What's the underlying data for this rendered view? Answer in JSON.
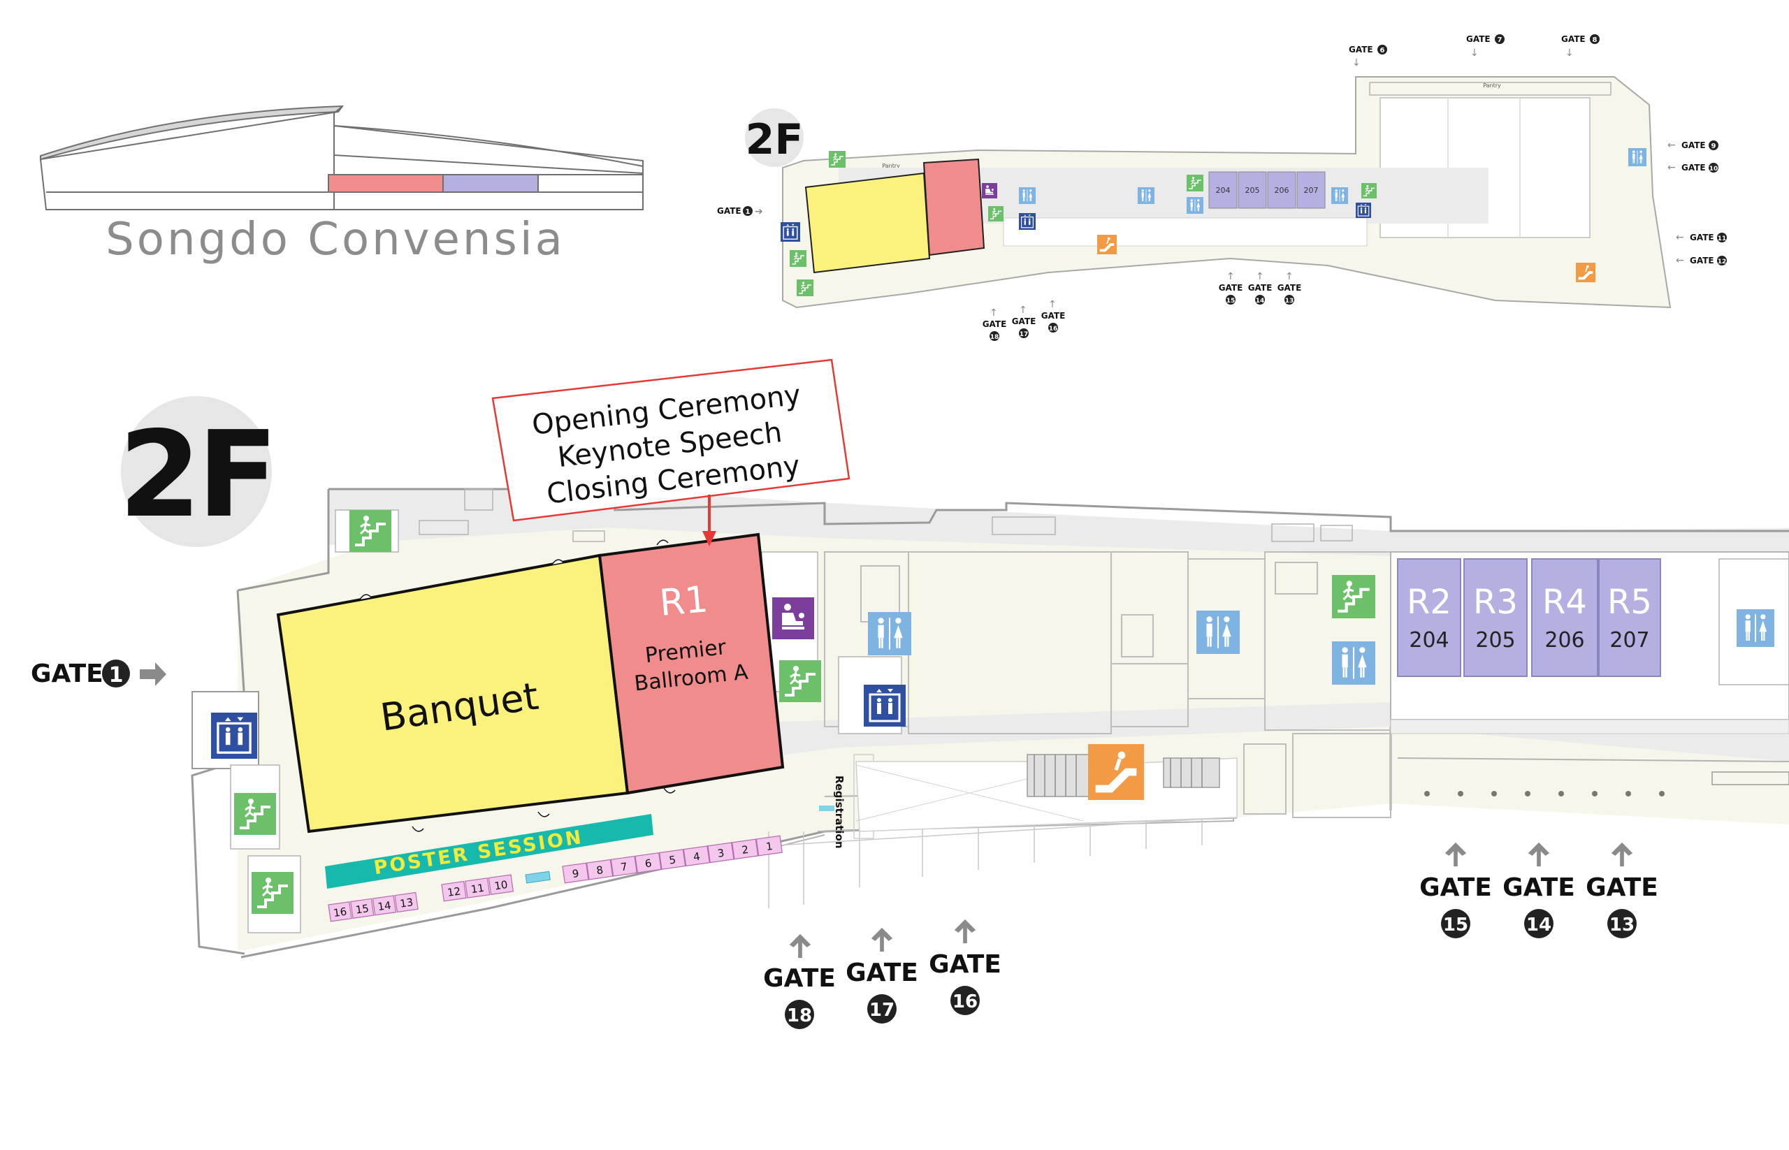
{
  "venue": {
    "name": "Songdo Convensia",
    "colors": {
      "outline": "#6f6f6f",
      "r1_band": "#f08c8c",
      "rooms_band": "#b5b0e2",
      "name_text": "#8c8c8c"
    }
  },
  "overview": {
    "floor_badge": "2F",
    "pantry_label_1": "Pantry",
    "pantry_label_2": "Pantry",
    "room_labels": [
      "204",
      "205",
      "206",
      "207"
    ],
    "gates": [
      {
        "label": "GATE",
        "number": "1"
      },
      {
        "label": "GATE",
        "number": "6"
      },
      {
        "label": "GATE",
        "number": "7"
      },
      {
        "label": "GATE",
        "number": "8"
      },
      {
        "label": "GATE",
        "number": "9"
      },
      {
        "label": "GATE",
        "number": "10"
      },
      {
        "label": "GATE",
        "number": "11"
      },
      {
        "label": "GATE",
        "number": "12"
      },
      {
        "label": "GATE",
        "number": "13"
      },
      {
        "label": "GATE",
        "number": "14"
      },
      {
        "label": "GATE",
        "number": "15"
      },
      {
        "label": "GATE",
        "number": "16"
      },
      {
        "label": "GATE",
        "number": "17"
      },
      {
        "label": "GATE",
        "number": "18"
      }
    ]
  },
  "main": {
    "floor_badge": "2F",
    "callout": {
      "lines": [
        "Opening Ceremony",
        "Keynote Speech",
        "Closing Ceremony"
      ],
      "color": "#e53935"
    },
    "banquet": {
      "label": "Banquet",
      "color": "#fbf27e"
    },
    "r1": {
      "code": "R1",
      "name_line1": "Premier",
      "name_line2": "Ballroom A",
      "color": "#f08c8c"
    },
    "rooms": [
      {
        "code": "R2",
        "number": "204"
      },
      {
        "code": "R3",
        "number": "205"
      },
      {
        "code": "R4",
        "number": "206"
      },
      {
        "code": "R5",
        "number": "207"
      }
    ],
    "room_color": "#b5b0e2",
    "poster_session": {
      "label": "POSTER SESSION",
      "color": "#17b9ad",
      "text_color": "#f3ea3a"
    },
    "poster_booths_left": [
      "16",
      "15",
      "14",
      "13"
    ],
    "poster_booths_mid": [
      "12",
      "11",
      "10"
    ],
    "poster_booths_right": [
      "9",
      "8",
      "7",
      "6",
      "5",
      "4",
      "3",
      "2",
      "1"
    ],
    "registration": "Registration",
    "gates": {
      "g1": {
        "label": "GATE",
        "number": "1"
      },
      "g13": {
        "label": "GATE",
        "number": "13"
      },
      "g14": {
        "label": "GATE",
        "number": "14"
      },
      "g15": {
        "label": "GATE",
        "number": "15"
      },
      "g16": {
        "label": "GATE",
        "number": "16"
      },
      "g17": {
        "label": "GATE",
        "number": "17"
      },
      "g18": {
        "label": "GATE",
        "number": "18"
      }
    },
    "icon_colors": {
      "stairs": "#6cc06a",
      "elevator": "#2f4fa0",
      "restroom": "#7fb4e2",
      "nursing": "#7b3f9b",
      "escalator": "#f29a44"
    }
  }
}
